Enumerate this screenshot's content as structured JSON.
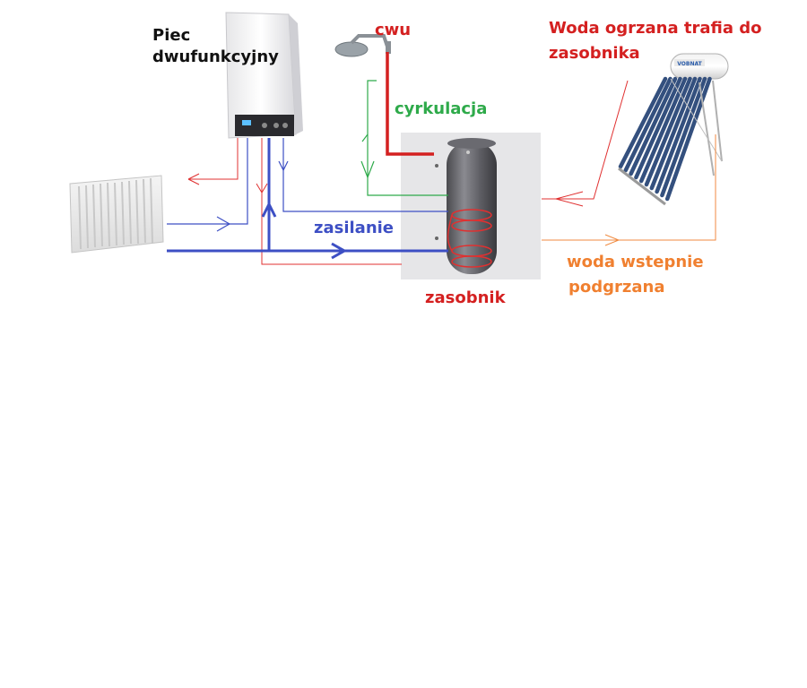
{
  "labels": {
    "boiler": [
      "Piec",
      "dwufunkcyjny"
    ],
    "cwu": "cwu",
    "circulation": "cyrkulacja",
    "supply": "zasilanie",
    "tank": "zasobnik",
    "solar_note": [
      "Woda ogrzana trafia do",
      "zasobnika"
    ],
    "preheated": [
      "woda wstepnie",
      "podgrzana"
    ]
  },
  "collector_brand": "VOBNAT",
  "colors": {
    "hot_pipe": "#e03030",
    "circulation_pipe": "#2eaa4a",
    "supply_pipe": "#3d4fc4",
    "preheated_pipe": "#f08a40",
    "label_red": "#d42020",
    "label_green": "#2eaa4a",
    "label_blue": "#3d4fc4",
    "label_orange": "#f08030",
    "label_black": "#111111"
  }
}
